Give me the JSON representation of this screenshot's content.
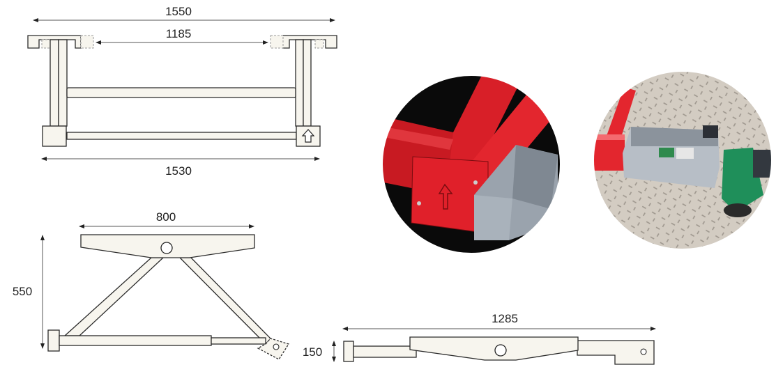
{
  "diagram": {
    "type": "technical-drawing",
    "subject": "scissor-style lift arm frame with dimensions",
    "units": "mm",
    "top_view": {
      "dimensions": {
        "overall_top_width": "1550",
        "inner_span": "1185",
        "overall_bottom_width": "1530"
      },
      "features": [
        "left-pad",
        "right-pad",
        "two-vertical-posts",
        "middle-crossbar",
        "bottom-crossbar",
        "left-foot-block",
        "right-foot-block-with-up-arrow"
      ]
    },
    "side_view_raised": {
      "dimensions": {
        "platform_length": "800",
        "raised_height": "550"
      },
      "features": [
        "top-platform-with-pivot",
        "left-diagonal-arm",
        "right-diagonal-arm",
        "base-rail",
        "hydraulic-cylinder",
        "end-bracket-with-hole"
      ]
    },
    "side_view_lowered": {
      "dimensions": {
        "overall_length": "1285",
        "lowered_height": "150"
      },
      "features": [
        "end-cap",
        "rod",
        "platform-with-pivot",
        "end-bracket-with-hole"
      ]
    },
    "photos": [
      {
        "label": "detail-photo-red-frame-corner",
        "description": "Close-up of red frame corner with arrow-marked plate and grey metal bracket",
        "colors": {
          "frame": "#e0202a",
          "bracket": "#9aa3ad",
          "background": "#0a0a0a"
        }
      },
      {
        "label": "detail-photo-hydraulic-pump-box",
        "description": "Grey box with green hydraulic pump on diamond-plate floor, red frame end",
        "colors": {
          "frame": "#e3262e",
          "box": "#b7bec6",
          "pump": "#1f8f5a",
          "floor": "#cfc8bf"
        }
      }
    ]
  }
}
